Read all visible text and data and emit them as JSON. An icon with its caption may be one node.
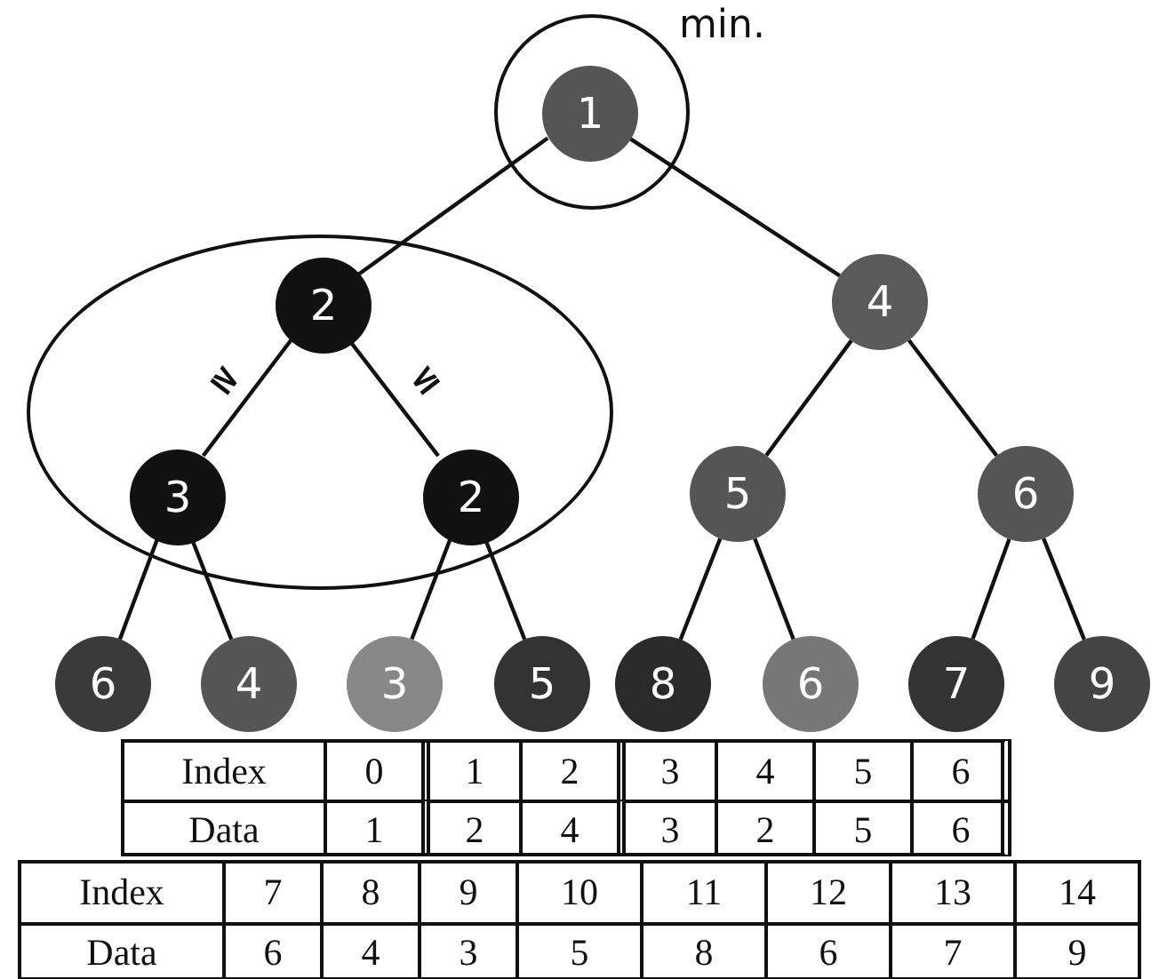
{
  "diagram": {
    "nodes": [
      {
        "text": [],
        "shape": "circle",
        "beside": [
          "min."
        ]
      },
      {
        "text": [
          "1"
        ],
        "in": 0
      },
      {
        "text": [],
        "shape": "ellipse"
      },
      {
        "text": [
          "2"
        ],
        "in": 2
      },
      {
        "text": [
          "4"
        ]
      },
      {
        "text": [
          "3"
        ],
        "in": 2
      },
      {
        "text": [
          "2"
        ],
        "in": 2
      },
      {
        "text": [
          "5"
        ]
      },
      {
        "text": [
          "6"
        ]
      },
      {
        "text": [
          "6"
        ]
      },
      {
        "text": [
          "4"
        ]
      },
      {
        "text": [
          "3"
        ]
      },
      {
        "text": [
          "5"
        ]
      },
      {
        "text": [
          "8"
        ]
      },
      {
        "text": [
          "6"
        ]
      },
      {
        "text": [
          "7"
        ]
      },
      {
        "text": [
          "9"
        ]
      }
    ],
    "edges": [
      {
        "from": 1,
        "to": 3,
        "arrow": "none"
      },
      {
        "from": 1,
        "to": 4,
        "arrow": "none"
      },
      {
        "from": 3,
        "to": 5,
        "arrow": "none",
        "label": "≥"
      },
      {
        "from": 3,
        "to": 6,
        "arrow": "none",
        "label": "≤"
      },
      {
        "from": 4,
        "to": 7,
        "arrow": "none"
      },
      {
        "from": 4,
        "to": 8,
        "arrow": "none"
      },
      {
        "from": 5,
        "to": 9,
        "arrow": "none"
      },
      {
        "from": 5,
        "to": 10,
        "arrow": "none"
      },
      {
        "from": 6,
        "to": 11,
        "arrow": "none"
      },
      {
        "from": 6,
        "to": 12,
        "arrow": "none"
      },
      {
        "from": 7,
        "to": 13,
        "arrow": "none"
      },
      {
        "from": 7,
        "to": 14,
        "arrow": "none"
      },
      {
        "from": 8,
        "to": 15,
        "arrow": "none"
      },
      {
        "from": 8,
        "to": 16,
        "arrow": "none"
      }
    ],
    "labels": [
      "Index",
      "0",
      "1",
      "2",
      "3",
      "4",
      "5",
      "6",
      "Data",
      "1",
      "2",
      "4",
      "3",
      "2",
      "5",
      "6",
      "Index",
      "7",
      "8",
      "9",
      "10",
      "11",
      "12",
      "13",
      "14",
      "Data",
      "6",
      "4",
      "3",
      "5",
      "8",
      "6",
      "7",
      "9"
    ]
  }
}
